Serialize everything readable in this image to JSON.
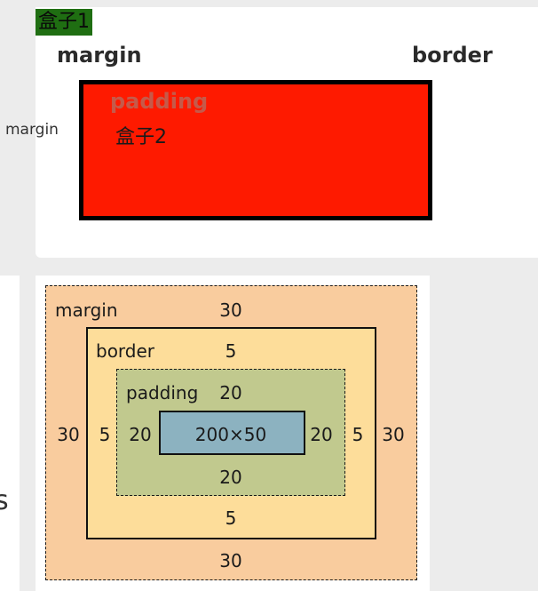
{
  "top": {
    "box1_label": "盒子1",
    "margin_label": "margin",
    "border_label": "border",
    "side_margin_label": "margin",
    "padding_label": "padding",
    "box2_label": "盒子2"
  },
  "diagram": {
    "margin": {
      "label": "margin",
      "top": "30",
      "right": "30",
      "bottom": "30",
      "left": "30"
    },
    "border": {
      "label": "border",
      "top": "5",
      "right": "5",
      "bottom": "5",
      "left": "5"
    },
    "padding": {
      "label": "padding",
      "top": "20",
      "right": "20",
      "bottom": "20",
      "left": "20"
    },
    "content": "200×50"
  },
  "left_strip_char": "s",
  "colors": {
    "box1_label_bg": "#1f6e12",
    "box2_fill": "#fe1a00",
    "margin_fill": "#f9cc9e",
    "border_fill": "#fddd9a",
    "padding_fill": "#c1c98e",
    "content_fill": "#8cb2c0"
  }
}
